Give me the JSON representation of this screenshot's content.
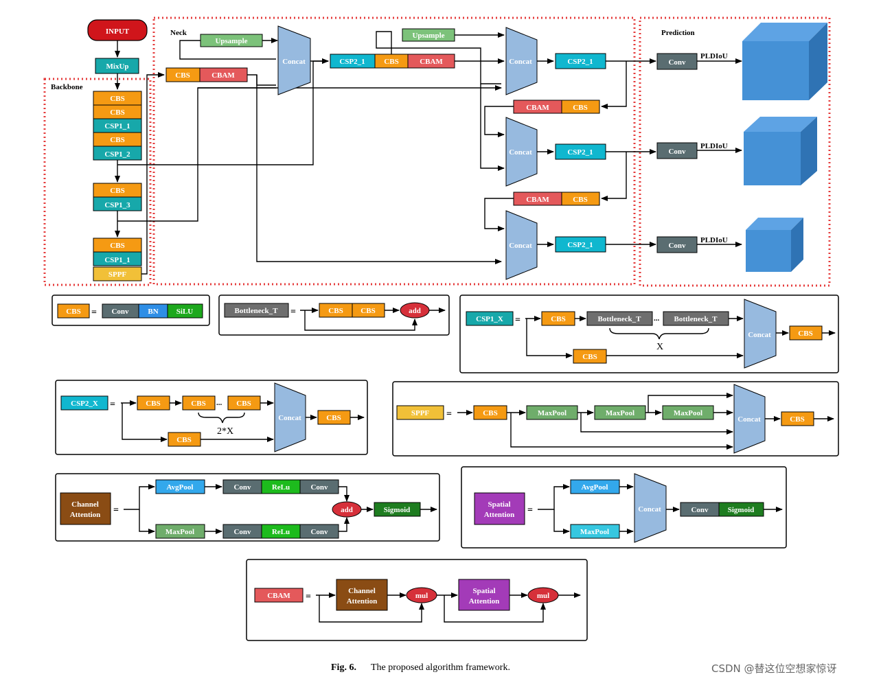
{
  "caption": {
    "fig": "Fig. 6.",
    "text": "The proposed algorithm framework."
  },
  "watermark": "CSDN @替这位空想家惊讶",
  "colors": {
    "cbs": "#f59a13",
    "csp": "#17a8aa",
    "cbam": "#e4595b",
    "upsample": "#7cc27a",
    "concat": "#97badf",
    "conv": "#5a6d71",
    "bn": "#2e8ee6",
    "silu": "#1da81d",
    "sppf": "#f1c038",
    "input": "#d0151b",
    "csp2": "#10b7cf",
    "gray": "#6e6e6e",
    "add": "#d6303a",
    "relu": "#1dbb1d",
    "sigmoid": "#1e7d20",
    "avgpool": "#33a8ec",
    "maxpool_sa": "#36c7e0",
    "maxpool": "#6fad6b",
    "channel": "#8a4c14",
    "spatial": "#a33bb8",
    "cube": "#4591d6",
    "dotted": "#e53b3b"
  },
  "main": {
    "input": "INPUT",
    "mixup": "MixUp",
    "backbone_label": "Backbone",
    "neck_label": "Neck",
    "prediction_label": "Prediction",
    "backbone": [
      "CBS",
      "CBS",
      "CSP1_1",
      "CBS",
      "CSP1_2",
      "CBS",
      "CSP1_3",
      "CBS",
      "CSP1_1",
      "SPPF"
    ],
    "neck": {
      "upsample1": "Upsample",
      "cbs1": "CBS",
      "cbam1": "CBAM",
      "concat": "Concat",
      "csp2_1a": "CSP2_1",
      "cbs2": "CBS",
      "cbam2": "CBAM",
      "upsample2": "Upsample",
      "csp2_1b": "CSP2_1",
      "cbam3": "CBAM",
      "cbs3": "CBS",
      "csp2_1c": "CSP2_1",
      "cbam4": "CBAM",
      "cbs4": "CBS",
      "csp2_1d": "CSP2_1"
    },
    "prediction": {
      "conv": "Conv",
      "loss": "PLDIoU"
    }
  },
  "legend": {
    "eq": "=",
    "cbs": {
      "name": "CBS",
      "parts": [
        "Conv",
        "BN",
        "SiLU"
      ]
    },
    "bottleneck": {
      "name": "Bottleneck_T",
      "parts": [
        "CBS",
        "CBS"
      ],
      "add": "add"
    },
    "csp1": {
      "name": "CSP1_X",
      "cbs": "CBS",
      "bottleneck": "Bottleneck_T",
      "dots": "...",
      "x": "X",
      "concat": "Concat",
      "out": "CBS"
    },
    "csp2": {
      "name": "CSP2_X",
      "cbs": "CBS",
      "dots": "...",
      "x": "2*X",
      "concat": "Concat",
      "out": "CBS"
    },
    "sppf": {
      "name": "SPPF",
      "cbs": "CBS",
      "maxpool": "MaxPool",
      "concat": "Concat",
      "out": "CBS"
    },
    "channel": {
      "name": "Channel Attention",
      "avgpool": "AvgPool",
      "maxpool": "MaxPool",
      "conv": "Conv",
      "relu": "ReLu",
      "add": "add",
      "sigmoid": "Sigmoid"
    },
    "spatial": {
      "name": "Spatial Attention",
      "avgpool": "AvgPool",
      "maxpool": "MaxPool",
      "concat": "Concat",
      "conv": "Conv",
      "sigmoid": "Sigmoid"
    },
    "cbam": {
      "name": "CBAM",
      "channel": "Channel Attention",
      "spatial": "Spatial Attention",
      "mul": "mul"
    }
  }
}
